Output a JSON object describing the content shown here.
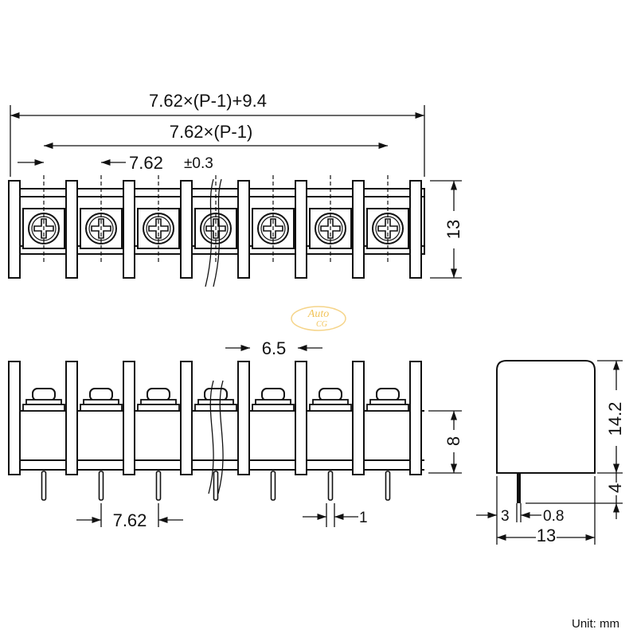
{
  "drawing": {
    "pole_count": 7,
    "dimensions": {
      "overall_length": "7.62×(P-1)+9.4",
      "pitch_span": "7.62×(P-1)",
      "pitch_tol_value": "7.62",
      "pitch_tol": "±0.3",
      "height_top": "13",
      "barrier_gap": "6.5",
      "body_height": "8",
      "pin_pitch": "7.62",
      "pin_width": "1",
      "side_height": "14.2",
      "pin_length": "4",
      "side_offset": "3",
      "pin_thickness": "0.8",
      "side_width": "13"
    },
    "watermark": {
      "line1": "Auto",
      "line2": "CG"
    },
    "unit_label": "Unit: mm"
  }
}
